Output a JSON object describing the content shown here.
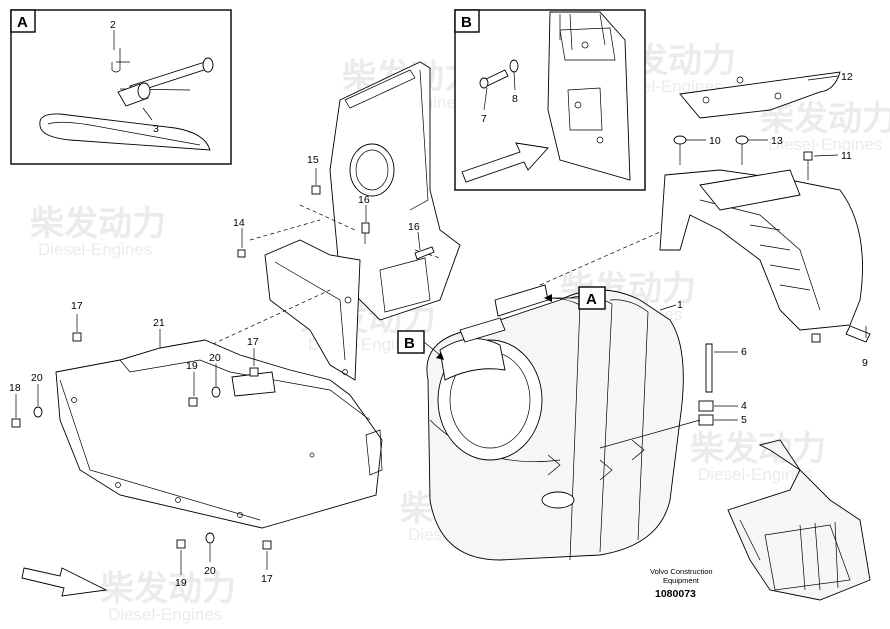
{
  "watermark": {
    "chinese": "柴发动力",
    "english": "Diesel-Engines"
  },
  "detail_boxes": [
    {
      "id": "detail-a",
      "letter": "A"
    },
    {
      "id": "detail-b",
      "letter": "B"
    }
  ],
  "callouts": [
    "A",
    "B"
  ],
  "part_numbers": {
    "n1": "1",
    "n2": "2",
    "n3": "3",
    "n4": "4",
    "n5": "5",
    "n6": "6",
    "n7": "7",
    "n8": "8",
    "n9": "9",
    "n10": "10",
    "n11": "11",
    "n12": "12",
    "n13": "13",
    "n14": "14",
    "n15": "15",
    "n16a": "16",
    "n16b": "16",
    "n17a": "17",
    "n17b": "17",
    "n17c": "17",
    "n18": "18",
    "n19a": "19",
    "n19b": "19",
    "n20a": "20",
    "n20b": "20",
    "n21": "21"
  },
  "caption": {
    "line1": "Volvo Construction",
    "line2": "Equipment",
    "doc_number": "1080073"
  }
}
